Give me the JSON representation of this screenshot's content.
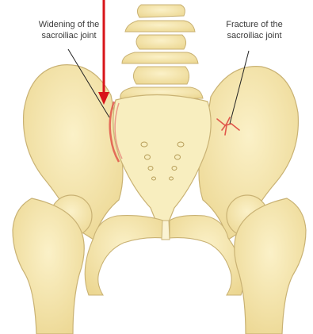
{
  "labels": {
    "widening": {
      "line1": "Widening of the",
      "line2": "sacroiliac joint"
    },
    "fracture": {
      "line1": "Fracture of the",
      "line2": "sacroiliac joint"
    }
  },
  "colors": {
    "bone": "#f7eab6",
    "bone_shadow": "#ead58f",
    "outline": "#c9b274",
    "injury": "#e0564a",
    "arrow": "#d8141a",
    "leader_line": "#222222"
  },
  "icons": {
    "arrow": "arrow-down-icon"
  }
}
